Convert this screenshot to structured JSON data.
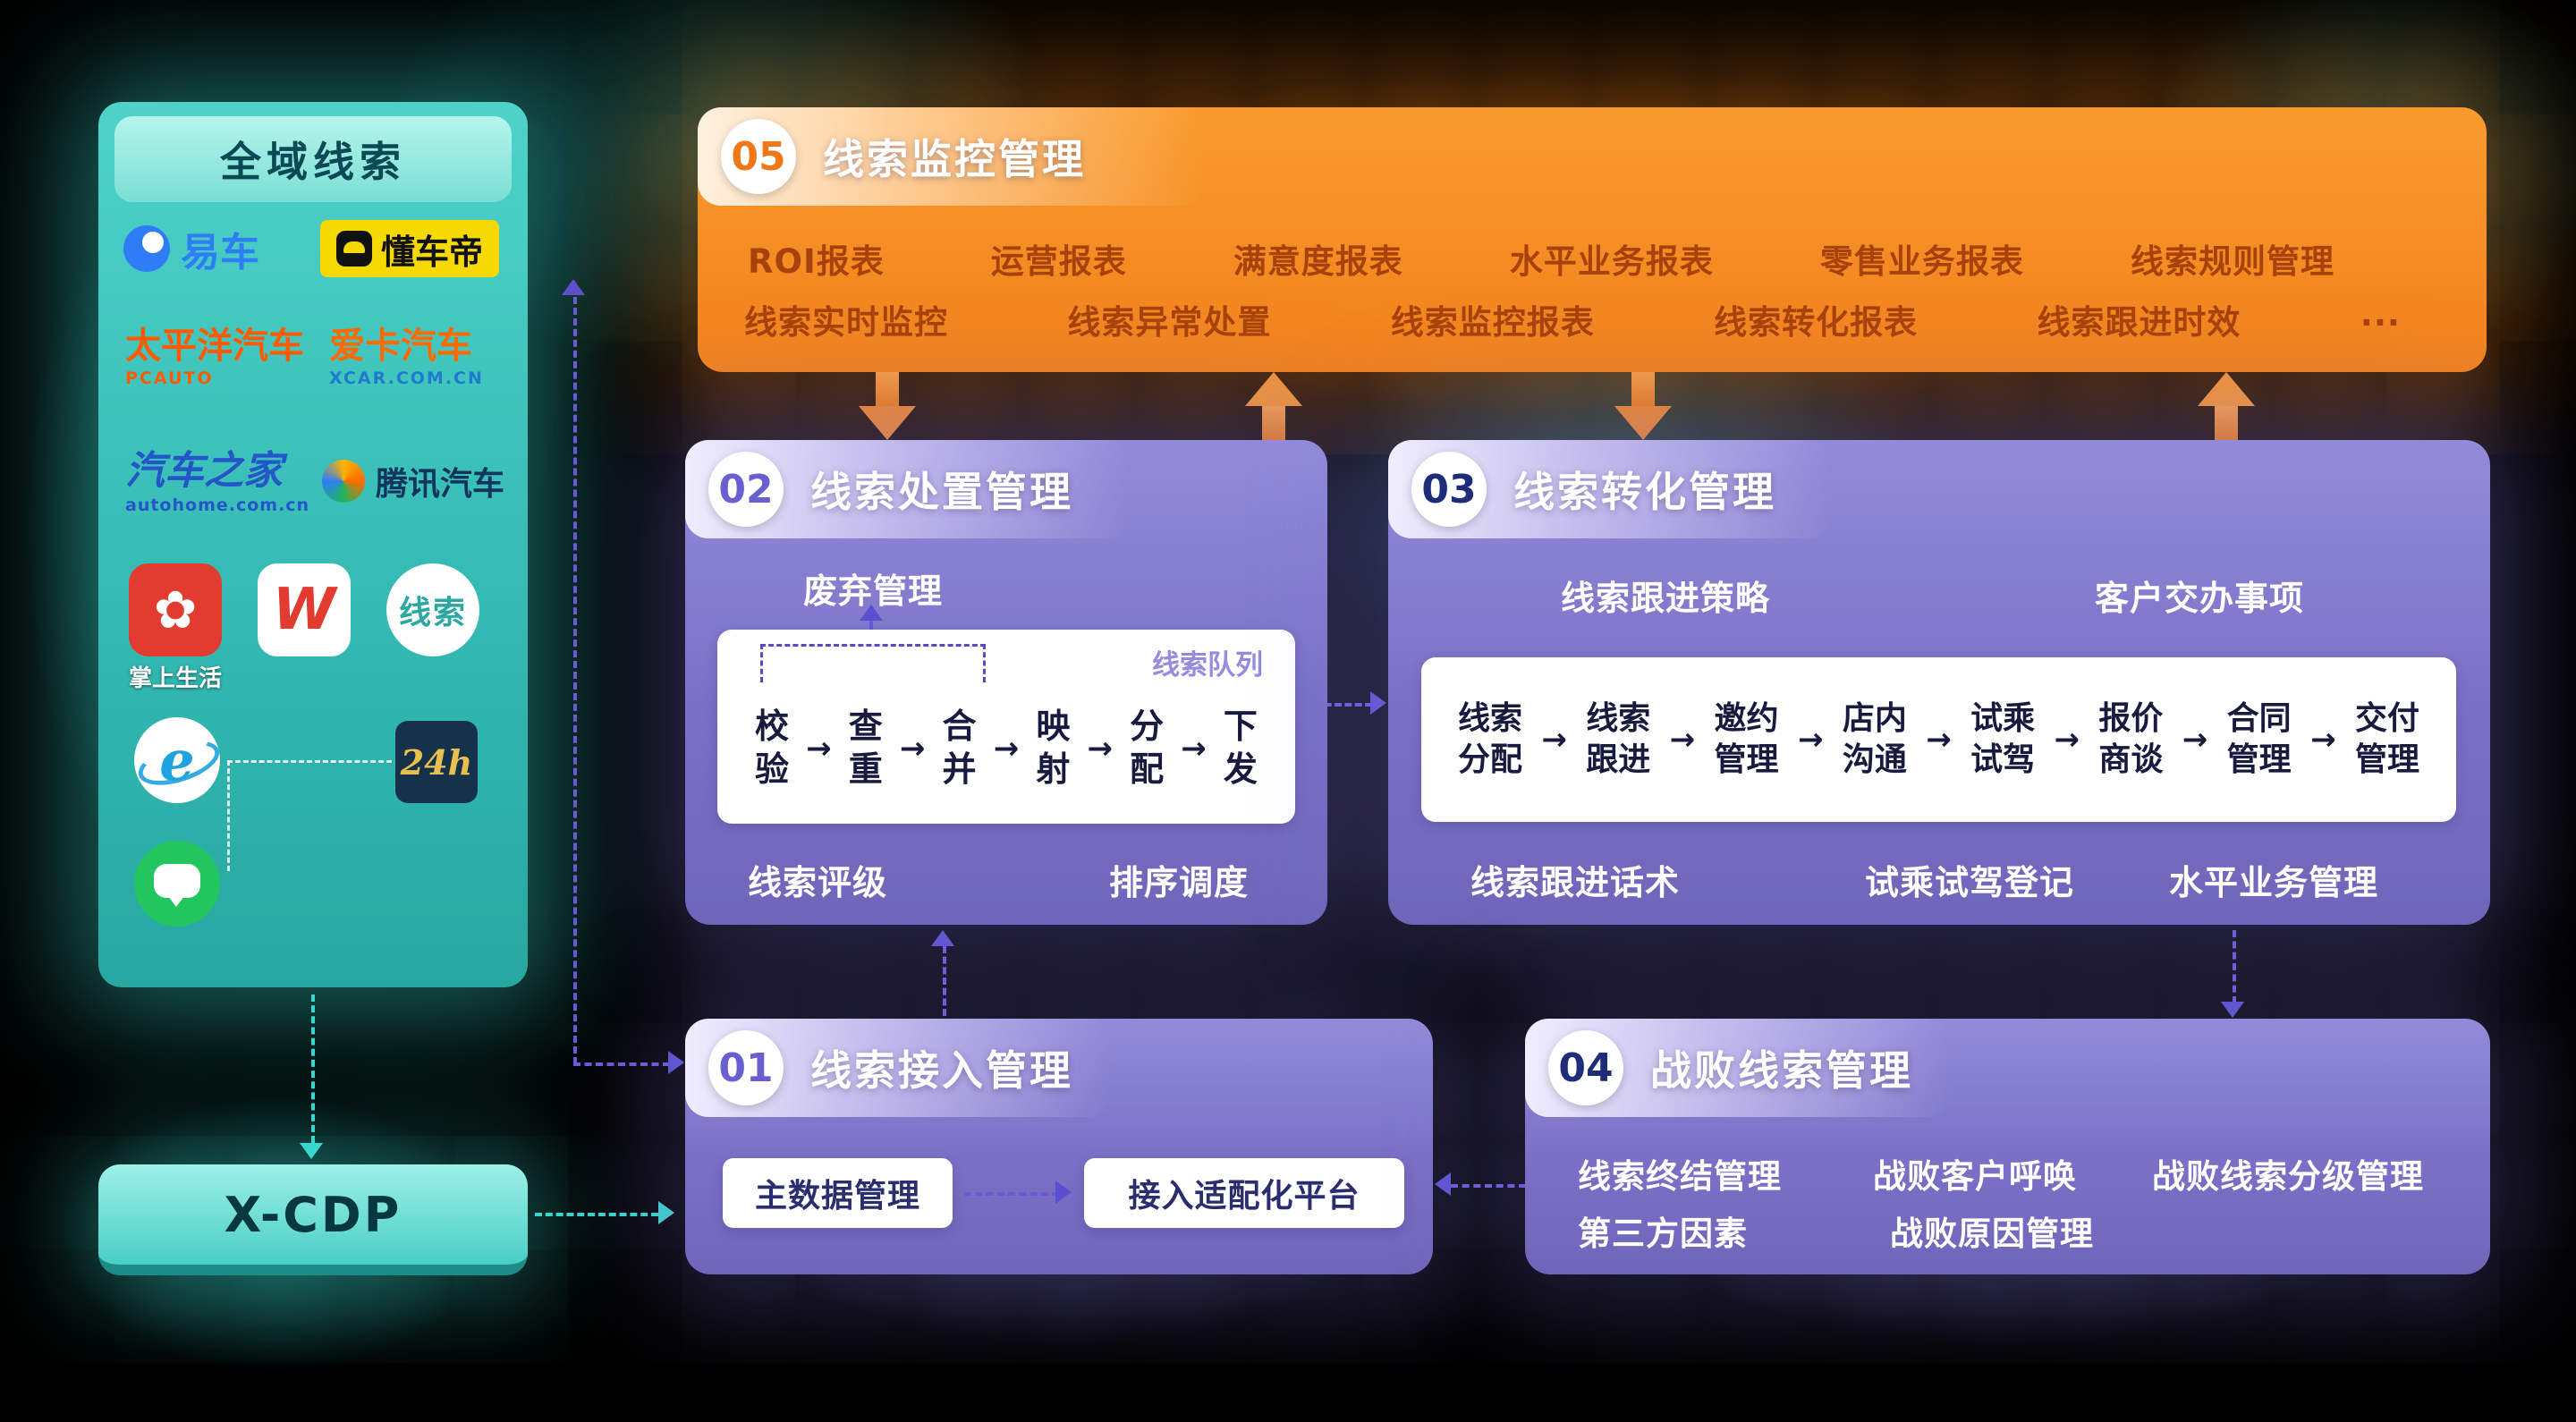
{
  "colors": {
    "background": "#000000",
    "teal": "#35c8c0",
    "orange": "#f2811b",
    "purple": "#7a71c6",
    "panel_text": "#ffffff",
    "monitor_item_text": "#a8420c"
  },
  "left_panel": {
    "title": "全域线索",
    "logos": {
      "yiche": "易车",
      "dongchedi": "懂车帝",
      "pcauto_cn": "太平洋汽车",
      "pcauto_en": "PCAUTO",
      "xcar_cn": "爱卡汽车",
      "xcar_en": "XCAR.COM.CN",
      "autohome_cn": "汽车之家",
      "autohome_en": "autohome.com.cn",
      "tencent_auto": "腾讯汽车",
      "zhangshang": "掌上生活",
      "w_logo": "W",
      "xiansuo": "线索",
      "ie": "e",
      "h24": "24h"
    }
  },
  "xcdp_label": "X-CDP",
  "panel05": {
    "number": "05",
    "title": "线索监控管理",
    "row1": [
      "ROI报表",
      "运营报表",
      "满意度报表",
      "水平业务报表",
      "零售业务报表",
      "线索规则管理"
    ],
    "row2": [
      "线索实时监控",
      "线索异常处置",
      "线索监控报表",
      "线索转化报表",
      "线索跟进时效",
      "..."
    ]
  },
  "panel02": {
    "number": "02",
    "title": "线索处置管理",
    "discard_label": "废弃管理",
    "queue_label": "线索队列",
    "steps": [
      "校验",
      "查重",
      "合并",
      "映射",
      "分配",
      "下发"
    ],
    "bottom": [
      "线索评级",
      "排序调度"
    ]
  },
  "panel03": {
    "number": "03",
    "title": "线索转化管理",
    "top_labels": [
      "线索跟进策略",
      "客户交办事项"
    ],
    "steps": [
      "线索分配",
      "线索跟进",
      "邀约管理",
      "店内沟通",
      "试乘试驾",
      "报价商谈",
      "合同管理",
      "交付管理"
    ],
    "bottom": [
      "线索跟进话术",
      "试乘试驾登记",
      "水平业务管理"
    ]
  },
  "panel01": {
    "number": "01",
    "title": "线索接入管理",
    "boxes": [
      "主数据管理",
      "接入适配化平台"
    ]
  },
  "panel04": {
    "number": "04",
    "title": "战败线索管理",
    "row1": [
      "线索终结管理",
      "战败客户呼唤",
      "战败线索分级管理"
    ],
    "row2": [
      "第三方因素",
      "战败原因管理"
    ]
  }
}
